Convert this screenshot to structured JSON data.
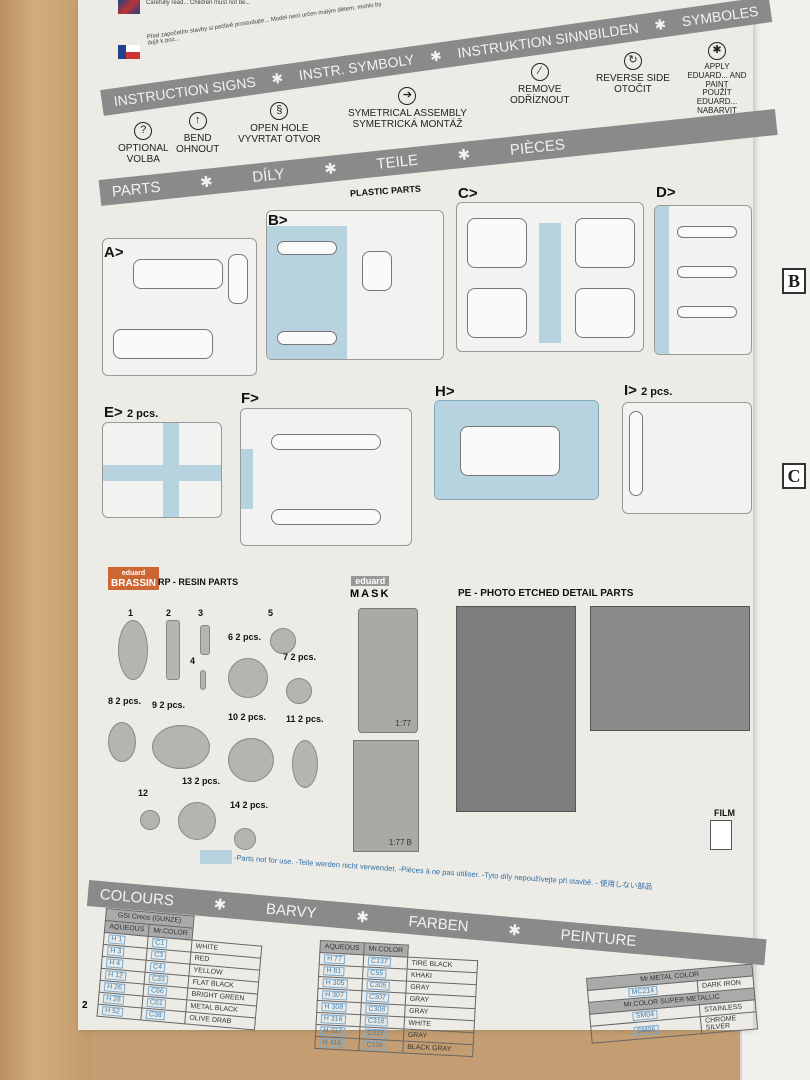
{
  "page_number": "2",
  "warnings": {
    "en": "Carefully read... Children must not be...",
    "cz": "Před započetím stavby si pečlivě prostudujte... Model není určen malým dětem, mohlo by dojít k poz..."
  },
  "instruction_band": [
    "INSTRUCTION SIGNS",
    "INSTR. SYMBOLY",
    "INSTRUKTION SINNBILDEN",
    "SYMBOLES"
  ],
  "symbols": [
    {
      "icon": "question-icon",
      "glyph": "?",
      "label": "OPTIONAL",
      "label2": "VOLBA"
    },
    {
      "icon": "bend-arrow-icon",
      "glyph": "↑",
      "label": "BEND",
      "label2": "OHNOUT"
    },
    {
      "icon": "drill-icon",
      "glyph": "§",
      "label": "OPEN HOLE",
      "label2": "VYVRTAT OTVOR"
    },
    {
      "icon": "symmetric-icon",
      "glyph": "➔",
      "label": "SYMETRICAL ASSEMBLY",
      "label2": "SYMETRICKÁ MONTÁŽ"
    },
    {
      "icon": "knife-icon",
      "glyph": "⁄",
      "label": "REMOVE",
      "label2": "ODŘÍZNOUT"
    },
    {
      "icon": "reverse-icon",
      "glyph": "↻",
      "label": "REVERSE SIDE",
      "label2": "OTOČIT"
    },
    {
      "icon": "eduard-part-icon",
      "glyph": "✱",
      "label": "APPLY EDUARD... AND PAINT",
      "label2": "POUŽÍT EDUARD... NABARVIT"
    }
  ],
  "parts_band": [
    "PARTS",
    "DÍLY",
    "TEILE",
    "PIÈCES"
  ],
  "plastic_parts_label": "PLASTIC PARTS",
  "sprues": [
    {
      "id": "A>",
      "qty": ""
    },
    {
      "id": "B>",
      "qty": ""
    },
    {
      "id": "C>",
      "qty": ""
    },
    {
      "id": "D>",
      "qty": ""
    },
    {
      "id": "E>",
      "qty": "2 pcs."
    },
    {
      "id": "F>",
      "qty": ""
    },
    {
      "id": "H>",
      "qty": ""
    },
    {
      "id": "I>",
      "qty": "2 pcs."
    }
  ],
  "brassin": {
    "logo_top": "eduard",
    "logo": "BRASSIN",
    "label": "RP - RESIN PARTS"
  },
  "resin_parts": [
    {
      "n": "1",
      "qty": ""
    },
    {
      "n": "2",
      "qty": ""
    },
    {
      "n": "3",
      "qty": ""
    },
    {
      "n": "4",
      "qty": ""
    },
    {
      "n": "5",
      "qty": ""
    },
    {
      "n": "6",
      "qty": "2 pcs."
    },
    {
      "n": "7",
      "qty": "2 pcs."
    },
    {
      "n": "8",
      "qty": "2 pcs."
    },
    {
      "n": "9",
      "qty": "2 pcs."
    },
    {
      "n": "10",
      "qty": "2 pcs."
    },
    {
      "n": "11",
      "qty": "2 pcs."
    },
    {
      "n": "12",
      "qty": ""
    },
    {
      "n": "13",
      "qty": "2 pcs."
    },
    {
      "n": "14",
      "qty": "2 pcs."
    }
  ],
  "mask": {
    "logo_top": "eduard",
    "logo": "MASK",
    "code1": "1:77",
    "code2": "1:77 B"
  },
  "pe_label": "PE - PHOTO ETCHED DETAIL PARTS",
  "film_label": "FILM",
  "not_for_use_note": "-Parts not for use. -Teile werden nicht verwendet. -Pièces à ne pas utiliser. -Tyto díly nepoužívejte při stavbě. - 使用しない部品",
  "colours_band": [
    "COLOURS",
    "BARVY",
    "FARBEN",
    "PEINTURE"
  ],
  "colour_table_1": {
    "header": "GSI Creos (GUNZE)",
    "cols": [
      "AQUEOUS",
      "Mr.COLOR"
    ],
    "rows": [
      [
        "H 1",
        "C1",
        "WHITE"
      ],
      [
        "H 3",
        "C3",
        "RED"
      ],
      [
        "H 4",
        "C4",
        "YELLOW"
      ],
      [
        "H 12",
        "C33",
        "FLAT BLACK"
      ],
      [
        "H 26",
        "C66",
        "BRIGHT GREEN"
      ],
      [
        "H 28",
        "C61",
        "METAL BLACK"
      ],
      [
        "H 52",
        "C38",
        "OLIVE DRAB"
      ]
    ]
  },
  "colour_table_2": {
    "cols": [
      "AQUEOUS",
      "Mr.COLOR"
    ],
    "rows": [
      [
        "H 77",
        "C137",
        "TIRE BLACK"
      ],
      [
        "H 81",
        "C55",
        "KHAKI"
      ],
      [
        "H 305",
        "C305",
        "GRAY"
      ],
      [
        "H 307",
        "C307",
        "GRAY"
      ],
      [
        "H 308",
        "C308",
        "GRAY"
      ],
      [
        "H 316",
        "C316",
        "WHITE"
      ],
      [
        "H 317",
        "C317",
        "GRAY"
      ],
      [
        "H 416",
        "C116",
        "BLACK GRAY"
      ]
    ]
  },
  "colour_table_3": {
    "rows": [
      [
        "Mr.METAL COLOR",
        ""
      ],
      [
        "MC214",
        "DARK IRON"
      ],
      [
        "Mr.COLOR SUPER METALLIC",
        ""
      ],
      [
        "SM04",
        "STAINLESS"
      ],
      [
        "SM06",
        "CHROME SILVER"
      ]
    ]
  },
  "right_page_tabs": [
    "B",
    "C"
  ],
  "colors": {
    "band": "#8a8a8a",
    "unused_parts": "#b7d3df",
    "code_blue": "#3b7fb5",
    "wood": "#c49e72",
    "paper": "#ecebe6"
  }
}
